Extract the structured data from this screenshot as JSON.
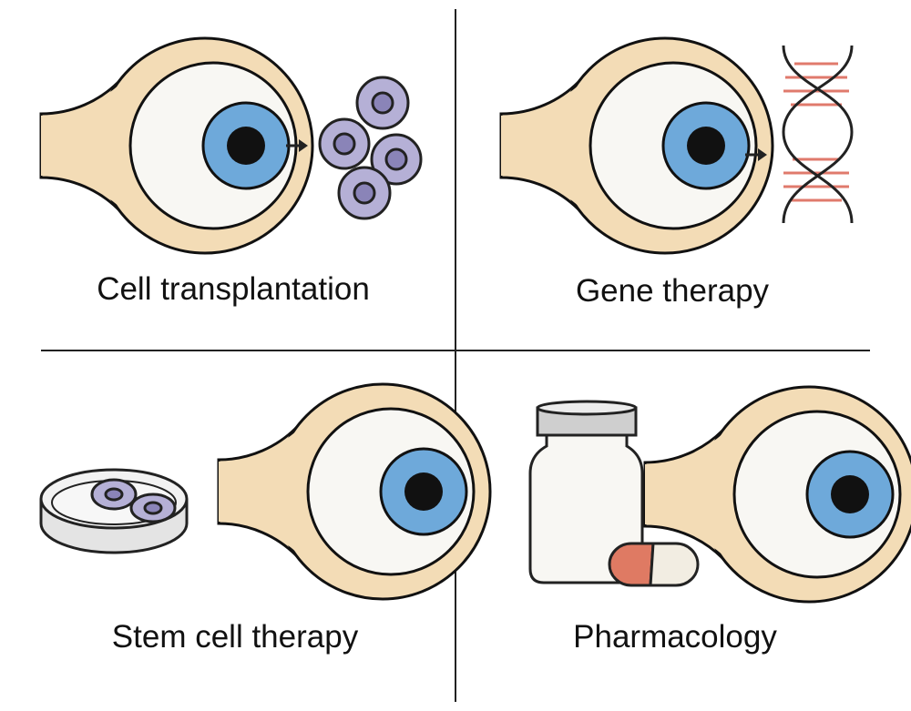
{
  "panels": [
    {
      "label": "Cell transplantation",
      "icon": "cells-icon"
    },
    {
      "label": "Gene therapy",
      "icon": "dna-icon"
    },
    {
      "label": "Stem cell therapy",
      "icon": "petri-dish-icon"
    },
    {
      "label": "Pharmacology",
      "icon": "medicine-bottle-icon"
    }
  ],
  "colors": {
    "eye_ring": "#f3dcb6",
    "sclera": "#f8f7f3",
    "iris": "#6ea9da",
    "pupil": "#111111",
    "cell": "#b5b0d6",
    "nucleus": "#8a84b8",
    "dna_rung": "#e07a6c",
    "capsule_red": "#df7a63",
    "cap_gray": "#cfcfcf"
  }
}
